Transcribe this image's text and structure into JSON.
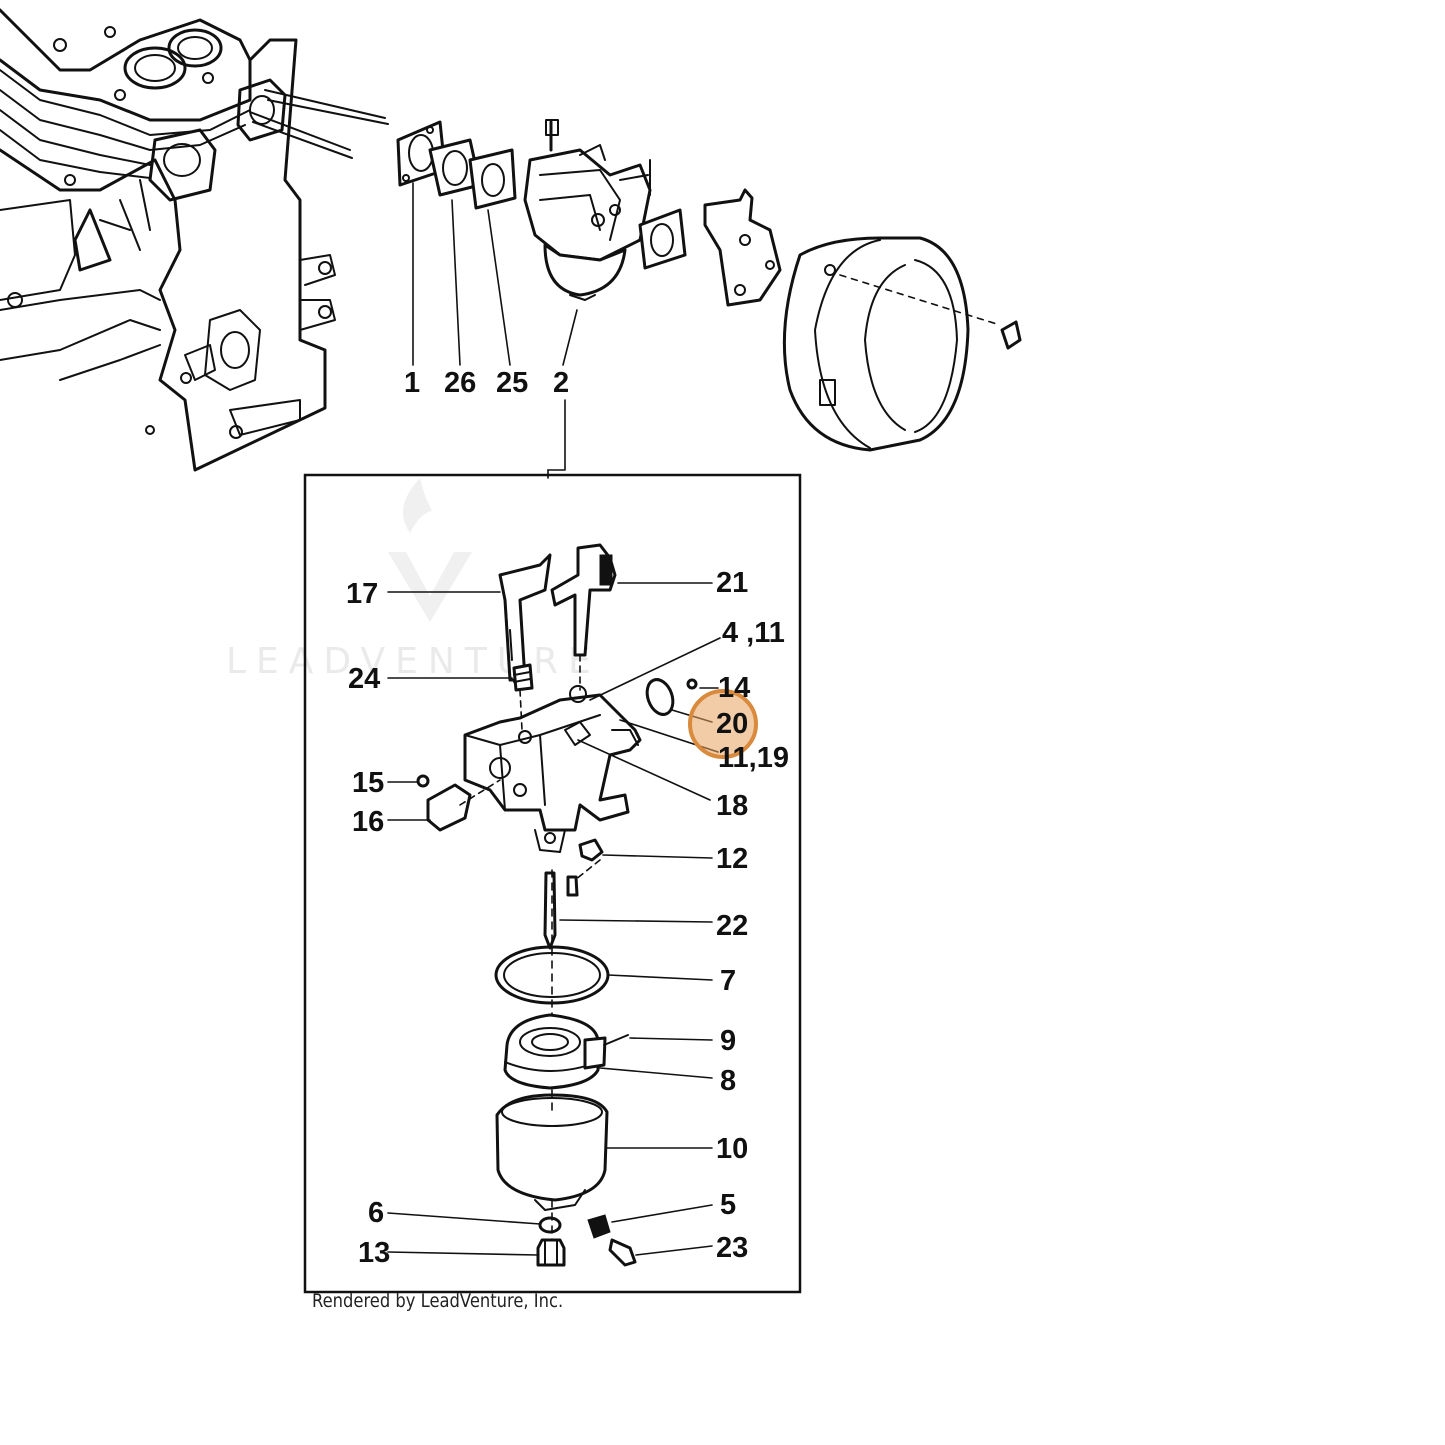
{
  "footer_credit": "Rendered by LeadVenture, Inc.",
  "watermark_text": "LEADVENTURE",
  "highlight_color": "#e8a25d",
  "callouts_upper": [
    {
      "id": "1",
      "text": "1"
    },
    {
      "id": "26",
      "text": "26"
    },
    {
      "id": "25",
      "text": "25"
    },
    {
      "id": "2",
      "text": "2"
    }
  ],
  "callouts_detail": [
    {
      "id": "17",
      "text": "17"
    },
    {
      "id": "21",
      "text": "21"
    },
    {
      "id": "4-11",
      "text": "4 ,11"
    },
    {
      "id": "24",
      "text": "24"
    },
    {
      "id": "14",
      "text": "14"
    },
    {
      "id": "20",
      "text": "20",
      "highlighted": true
    },
    {
      "id": "11-19",
      "text": "11,19"
    },
    {
      "id": "15",
      "text": "15"
    },
    {
      "id": "18",
      "text": "18"
    },
    {
      "id": "16",
      "text": "16"
    },
    {
      "id": "12",
      "text": "12"
    },
    {
      "id": "22",
      "text": "22"
    },
    {
      "id": "7",
      "text": "7"
    },
    {
      "id": "9",
      "text": "9"
    },
    {
      "id": "8",
      "text": "8"
    },
    {
      "id": "10",
      "text": "10"
    },
    {
      "id": "6",
      "text": "6"
    },
    {
      "id": "5",
      "text": "5"
    },
    {
      "id": "13",
      "text": "13"
    },
    {
      "id": "23",
      "text": "23"
    }
  ]
}
